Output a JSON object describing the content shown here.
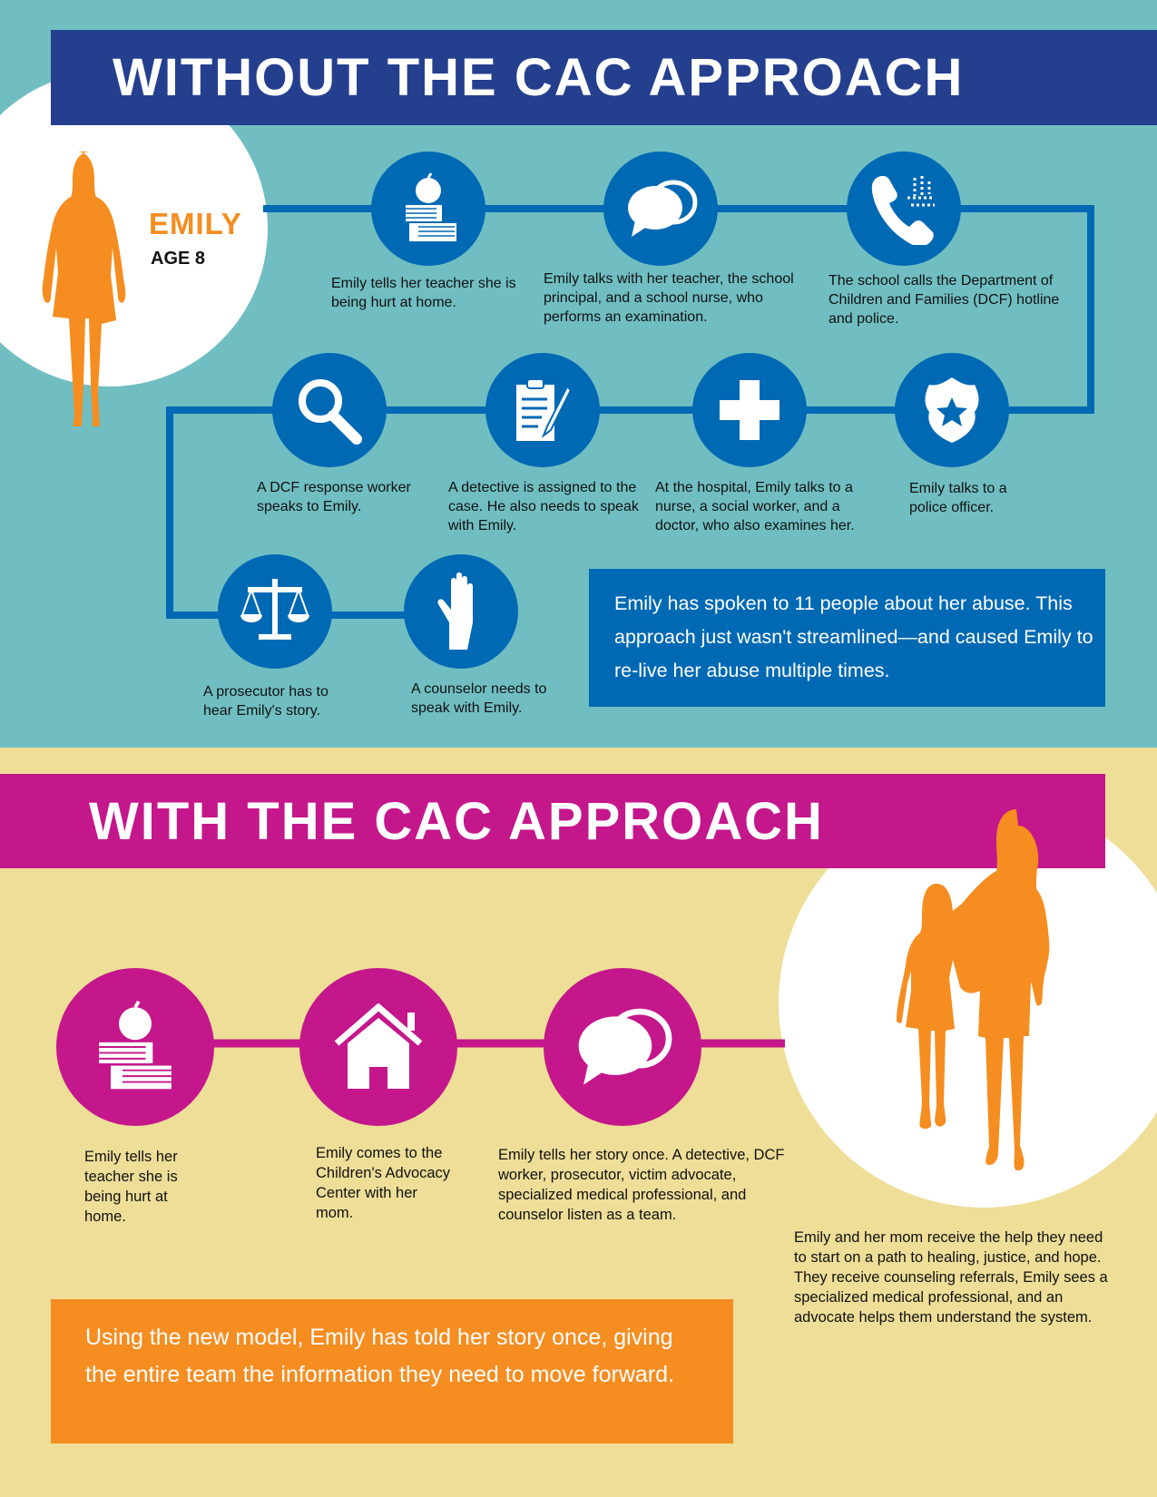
{
  "without": {
    "title": "WITHOUT THE CAC APPROACH",
    "name": "EMILY",
    "age": "AGE 8",
    "steps": [
      {
        "icon": "apple-books-icon",
        "text": "Emily tells her teacher she is being hurt at home."
      },
      {
        "icon": "speech-bubbles-icon",
        "text": "Emily talks with her teacher, the school principal, and a school nurse, who performs an examination."
      },
      {
        "icon": "phone-icon",
        "text": "The school calls the Department of Children and Families (DCF) hotline and police."
      },
      {
        "icon": "police-badge-icon",
        "text": "Emily talks to a police officer."
      },
      {
        "icon": "medical-cross-icon",
        "text": "At the hospital, Emily talks to a nurse, a social worker, and a doctor, who also examines her."
      },
      {
        "icon": "clipboard-icon",
        "text": "A detective is assigned to the case. He also needs to speak with Emily."
      },
      {
        "icon": "magnifier-icon",
        "text": "A DCF response worker speaks to Emily."
      },
      {
        "icon": "scales-icon",
        "text": "A prosecutor has to hear Emily's story."
      },
      {
        "icon": "helping-hand-icon",
        "text": "A counselor needs to speak with Emily."
      }
    ],
    "summary": "Emily has spoken to 11 people about her abuse. This approach just wasn't streamlined—and caused Emily to re-live her abuse multiple times."
  },
  "with": {
    "title": "WITH THE CAC APPROACH",
    "steps": [
      {
        "icon": "apple-books-icon",
        "text": "Emily tells her teacher she is being hurt at home."
      },
      {
        "icon": "house-icon",
        "text": "Emily comes to the Children's Advocacy Center with her mom."
      },
      {
        "icon": "speech-bubbles-icon",
        "text": "Emily tells her story once. A detective, DCF worker, prosecutor, victim advocate, specialized medical professional, and counselor listen as a team."
      }
    ],
    "outcome": "Emily and her mom receive the help they need to start on a path to healing, justice, and hope. They receive counseling referrals, Emily sees a specialized medical professional, and an advocate helps them understand the system.",
    "summary": "Using the new model, Emily has told her story once, giving the entire team the information they need to move forward."
  },
  "colors": {
    "teal": "#70bec2",
    "navy": "#253f8f",
    "blue": "#0069b4",
    "magenta": "#c4178b",
    "orange": "#f58d21",
    "cream": "#eede98"
  }
}
